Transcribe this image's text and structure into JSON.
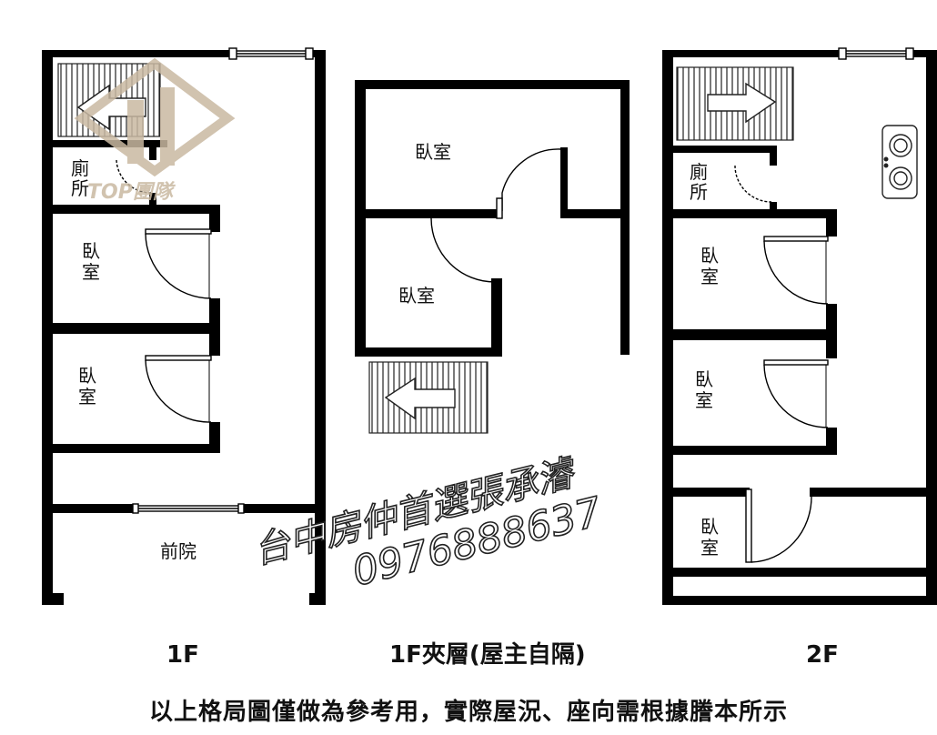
{
  "floors": {
    "first": {
      "label": "1F",
      "rooms": [
        "廁",
        "所",
        "臥",
        "室",
        "臥",
        "室",
        "前院"
      ]
    },
    "mezzanine": {
      "label": "1F夾層(屋主自隔)",
      "rooms": [
        "臥室",
        "臥室"
      ]
    },
    "second": {
      "label": "2F",
      "rooms": [
        "廁",
        "所",
        "臥",
        "室",
        "臥",
        "室",
        "臥",
        "室"
      ]
    }
  },
  "note": "以上格局圖僅做為參考用，實際屋況、座向需根據謄本所示",
  "watermark": {
    "name": "台中房仲首選張承濬",
    "phone": "0976888637"
  },
  "logo": {
    "text": "TOP團隊"
  }
}
